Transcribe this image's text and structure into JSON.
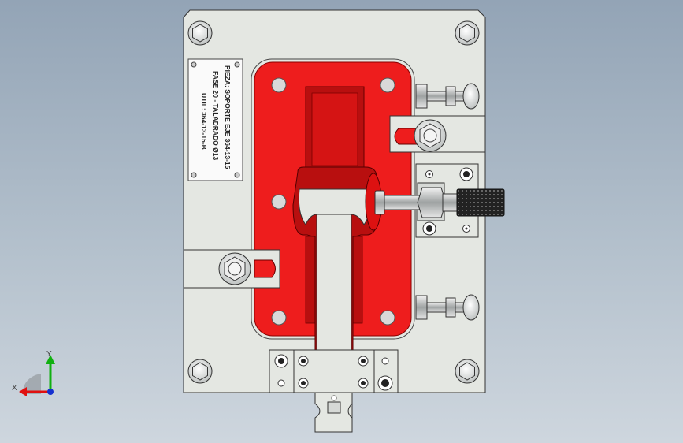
{
  "nameplate": {
    "line1": "PIEZA: SOPORTE EJE   364-13-15",
    "line2": "FASE 20 - TALADRADO Ø13",
    "line3": "UTIL: 364-13-15-B"
  },
  "triad": {
    "x_label": "X",
    "y_label": "Y"
  },
  "colors": {
    "background_top": "#93a4b6",
    "background_bottom": "#ced6de",
    "base_plate": "#e4e7e2",
    "red_nest": "#ee1d1d",
    "dark_red": "#b80f0f",
    "x_axis": "#e01010",
    "y_axis": "#10b010",
    "z_axis": "#1530d0"
  }
}
